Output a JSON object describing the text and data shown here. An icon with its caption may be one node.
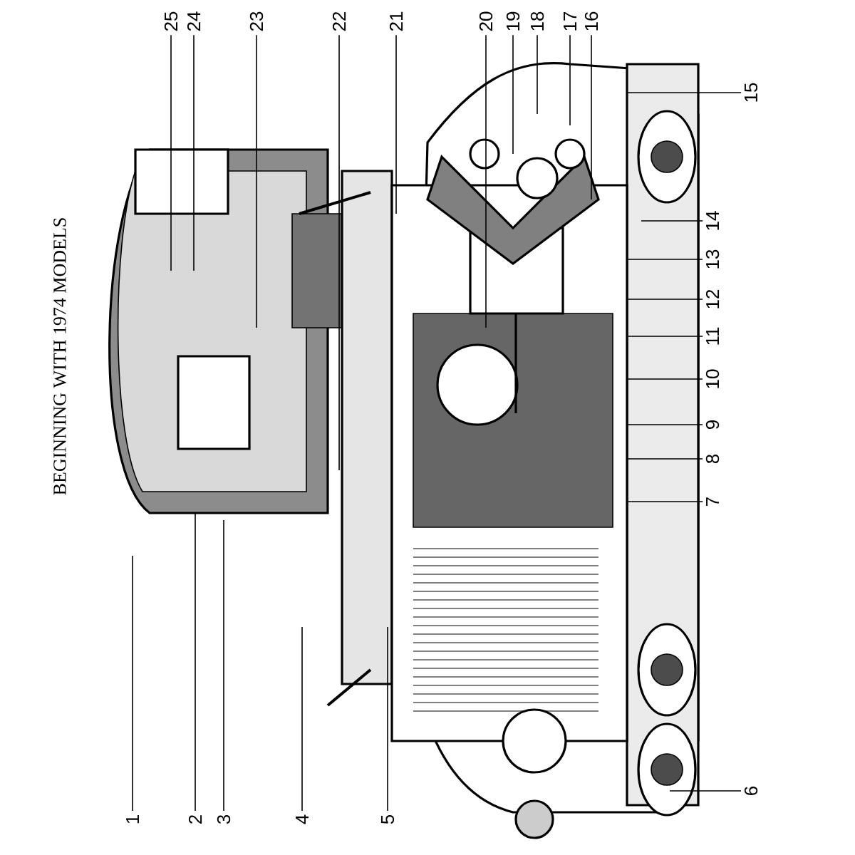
{
  "diagram": {
    "nodes": [
      {
        "text": [
          "1"
        ]
      },
      {
        "text": [
          "2"
        ]
      },
      {
        "text": [
          "3"
        ]
      },
      {
        "text": [
          "4"
        ]
      },
      {
        "text": [
          "5"
        ]
      },
      {
        "text": [
          "6"
        ]
      },
      {
        "text": [
          "7"
        ]
      },
      {
        "text": [
          "8"
        ]
      },
      {
        "text": [
          "9"
        ]
      },
      {
        "text": [
          "10"
        ]
      },
      {
        "text": [
          "11"
        ]
      },
      {
        "text": [
          "12"
        ]
      },
      {
        "text": [
          "13"
        ]
      },
      {
        "text": [
          "14"
        ]
      },
      {
        "text": [
          "15"
        ]
      },
      {
        "text": [
          "16"
        ]
      },
      {
        "text": [
          "17"
        ]
      },
      {
        "text": [
          "18"
        ]
      },
      {
        "text": [
          "19"
        ]
      },
      {
        "text": [
          "20"
        ]
      },
      {
        "text": [
          "21"
        ]
      },
      {
        "text": [
          "22"
        ]
      },
      {
        "text": [
          "23"
        ]
      },
      {
        "text": [
          "24"
        ]
      },
      {
        "text": [
          "25"
        ]
      }
    ],
    "edges": [
      {
        "from": 0,
        "to": null,
        "arrow": "none"
      },
      {
        "from": 1,
        "to": null,
        "arrow": "none"
      },
      {
        "from": 2,
        "to": null,
        "arrow": "none"
      },
      {
        "from": 3,
        "to": null,
        "arrow": "none"
      },
      {
        "from": 4,
        "to": null,
        "arrow": "none"
      },
      {
        "from": 5,
        "to": null,
        "arrow": "none"
      },
      {
        "from": 6,
        "to": null,
        "arrow": "none"
      },
      {
        "from": 7,
        "to": null,
        "arrow": "none"
      },
      {
        "from": 8,
        "to": null,
        "arrow": "none"
      },
      {
        "from": 9,
        "to": null,
        "arrow": "none"
      },
      {
        "from": 10,
        "to": null,
        "arrow": "none"
      },
      {
        "from": 11,
        "to": null,
        "arrow": "none"
      },
      {
        "from": 12,
        "to": null,
        "arrow": "none"
      },
      {
        "from": 13,
        "to": null,
        "arrow": "none"
      },
      {
        "from": 14,
        "to": null,
        "arrow": "none"
      },
      {
        "from": 15,
        "to": null,
        "arrow": "none"
      },
      {
        "from": 16,
        "to": null,
        "arrow": "none"
      },
      {
        "from": 17,
        "to": null,
        "arrow": "none"
      },
      {
        "from": 18,
        "to": null,
        "arrow": "none"
      },
      {
        "from": 19,
        "to": null,
        "arrow": "none"
      },
      {
        "from": 20,
        "to": null,
        "arrow": "none"
      },
      {
        "from": 21,
        "to": null,
        "arrow": "none"
      },
      {
        "from": 22,
        "to": null,
        "arrow": "none"
      },
      {
        "from": 23,
        "to": null,
        "arrow": "none"
      },
      {
        "from": 24,
        "to": null,
        "arrow": "none"
      }
    ],
    "labels": [
      "BEGINNING WITH 1974 MODELS"
    ]
  }
}
